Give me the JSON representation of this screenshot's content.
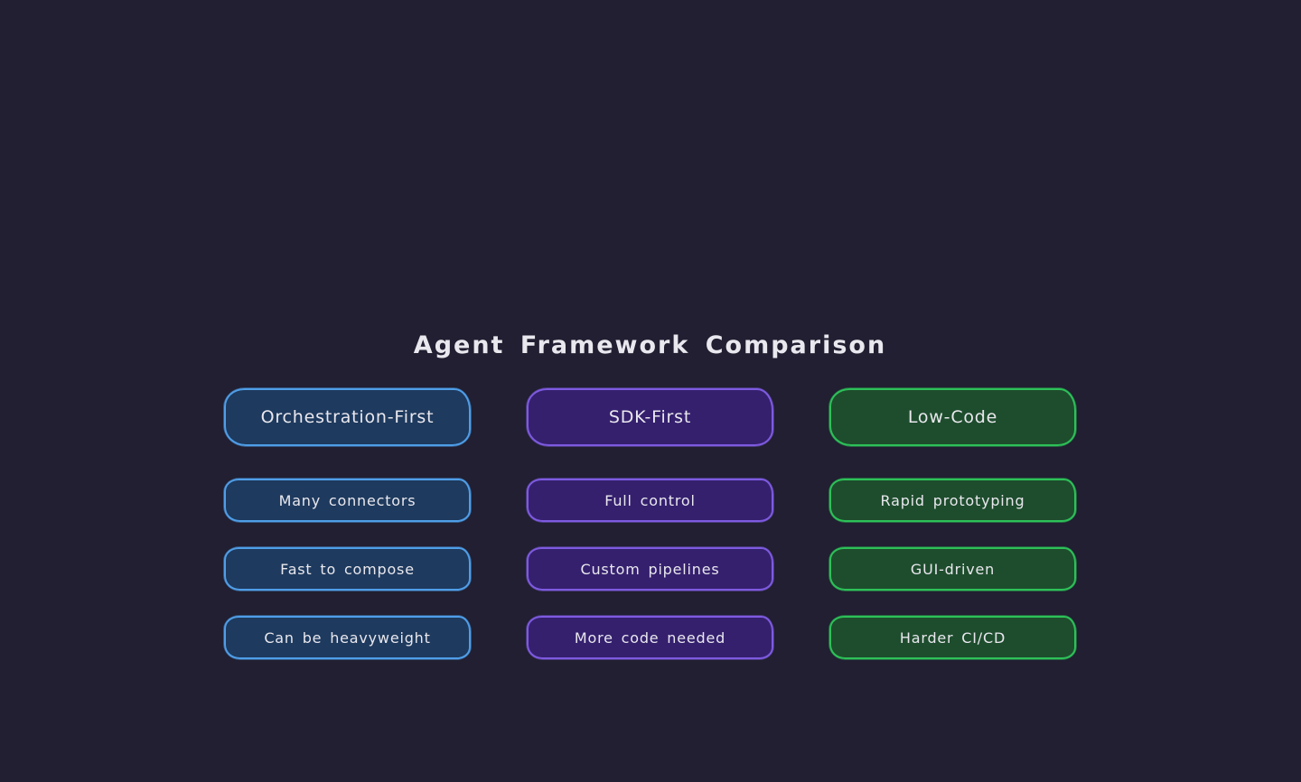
{
  "title": "Agent Framework Comparison",
  "colors": {
    "background": "#211f31",
    "text": "#e9e8ee",
    "themes": {
      "blue": {
        "fill": "#1e3a5e",
        "border": "#4f9ee8"
      },
      "purple": {
        "fill": "#35206e",
        "border": "#7e5ae0"
      },
      "green": {
        "fill": "#1e4d2d",
        "border": "#2dc158"
      }
    }
  },
  "columns": [
    {
      "header": "Orchestration-First",
      "theme": "blue",
      "items": [
        "Many connectors",
        "Fast to compose",
        "Can be heavyweight"
      ]
    },
    {
      "header": "SDK-First",
      "theme": "purple",
      "items": [
        "Full control",
        "Custom pipelines",
        "More code needed"
      ]
    },
    {
      "header": "Low-Code",
      "theme": "green",
      "items": [
        "Rapid prototyping",
        "GUI-driven",
        "Harder CI/CD"
      ]
    }
  ]
}
